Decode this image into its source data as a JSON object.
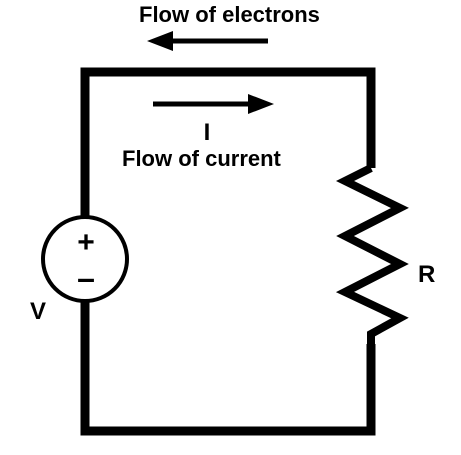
{
  "labels": {
    "electron_flow": "Flow of electrons",
    "current_symbol": "I",
    "current_flow": "Flow of current",
    "resistor": "R",
    "source": "V",
    "plus_sign": "+",
    "minus_sign": "–"
  },
  "colors": {
    "stroke": "#000000",
    "background": "#ffffff"
  }
}
